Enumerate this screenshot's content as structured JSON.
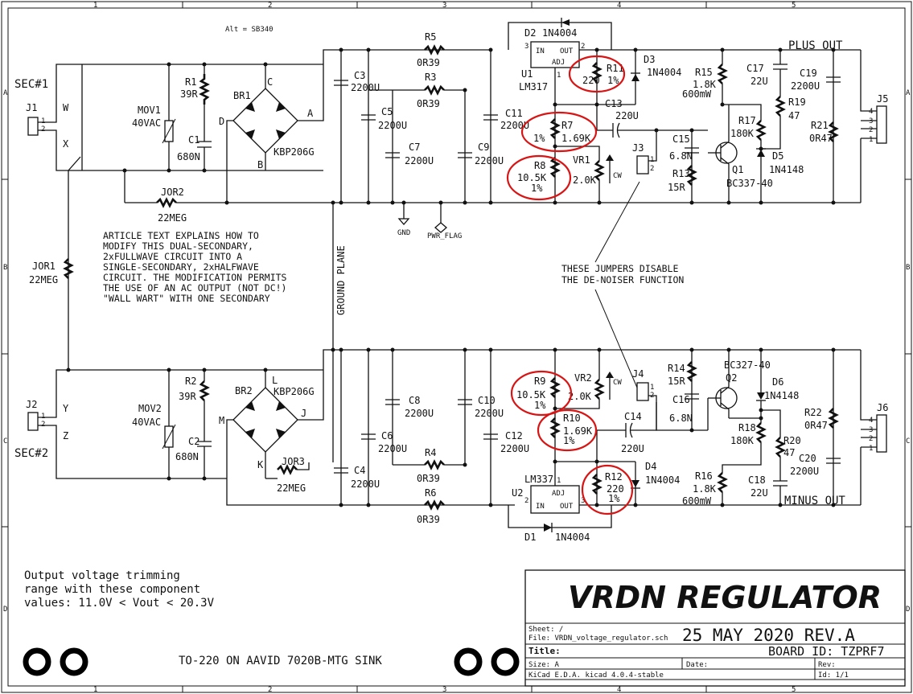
{
  "frame": {
    "cols": [
      "1",
      "2",
      "3",
      "4",
      "5"
    ],
    "rows": [
      "A",
      "B",
      "C",
      "D"
    ]
  },
  "header_note": "Alt = SB340",
  "connectors": {
    "j1": "J1",
    "j2": "J2",
    "j5": "J5",
    "j6": "J6",
    "sec1": "SEC#1",
    "sec2": "SEC#2",
    "w": "W",
    "x": "X",
    "y": "Y",
    "z": "Z",
    "plus_out": "PLUS OUT",
    "minus_out": "MINUS OUT"
  },
  "pins": {
    "p1": "1",
    "p2": "2",
    "p3": "3",
    "p4": "4"
  },
  "nets": {
    "a": "A",
    "b": "B",
    "c": "C",
    "d": "D",
    "j": "J",
    "k": "K",
    "l": "L",
    "m": "M",
    "gnd": "GND",
    "pwr_flag": "PWR_FLAG",
    "ground_plane": "GROUND PLANE"
  },
  "parts": {
    "mov1": [
      "MOV1",
      "40VAC"
    ],
    "mov2": [
      "MOV2",
      "40VAC"
    ],
    "r1": [
      "R1",
      "39R"
    ],
    "r2": [
      "R2",
      "39R"
    ],
    "c1": [
      "C1",
      "680N"
    ],
    "c2": [
      "C2",
      "680N"
    ],
    "br1": [
      "BR1",
      "KBP206G"
    ],
    "br2": [
      "BR2",
      "KBP206G"
    ],
    "jor1": [
      "JOR1",
      "22MEG"
    ],
    "jor2": [
      "JOR2",
      "22MEG"
    ],
    "jor3": [
      "JOR3",
      "22MEG"
    ],
    "c3": [
      "C3",
      "2200U"
    ],
    "c4": [
      "C4",
      "2200U"
    ],
    "c5": [
      "C5",
      "2200U"
    ],
    "c6": [
      "C6",
      "2200U"
    ],
    "c7": [
      "C7",
      "2200U"
    ],
    "c8": [
      "C8",
      "2200U"
    ],
    "c9": [
      "C9",
      "2200U"
    ],
    "c10": [
      "C10",
      "2200U"
    ],
    "c11": [
      "C11",
      "2200U"
    ],
    "c12": [
      "C12",
      "2200U"
    ],
    "r3": [
      "R3",
      "0R39"
    ],
    "r4": [
      "R4",
      "0R39"
    ],
    "r5": [
      "R5",
      "0R39"
    ],
    "r6": [
      "R6",
      "0R39"
    ],
    "d1": [
      "D1",
      "1N4004"
    ],
    "d2": [
      "D2",
      "1N4004"
    ],
    "d3": [
      "D3",
      "1N4004"
    ],
    "d4": [
      "D4",
      "1N4004"
    ],
    "u1": [
      "U1",
      "LM317"
    ],
    "u2": [
      "U2",
      "LM337"
    ],
    "reg_pins": {
      "in": "IN",
      "out": "OUT",
      "adj": "ADJ"
    },
    "r7": [
      "R7",
      "1%",
      "1.69K"
    ],
    "r8": [
      "R8",
      "10.5K",
      "1%"
    ],
    "r9": [
      "R9",
      "10.5K",
      "1%"
    ],
    "r10": [
      "R10",
      "1.69K",
      "1%"
    ],
    "r11": [
      "R11",
      "220",
      "1%"
    ],
    "r12": [
      "R12",
      "220",
      "1%"
    ],
    "vr1": [
      "VR1",
      "2.0K",
      "CW"
    ],
    "vr2": [
      "VR2",
      "2.0K",
      "CW"
    ],
    "c13": [
      "C13",
      "220U"
    ],
    "c14": [
      "C14",
      "220U"
    ],
    "j3": "J3",
    "j4": "J4",
    "c15": [
      "C15",
      "6.8N"
    ],
    "c16": [
      "C16",
      "6.8N"
    ],
    "r13": [
      "R13",
      "15R"
    ],
    "r14": [
      "R14",
      "15R"
    ],
    "r15": [
      "R15",
      "1.8K",
      "600mW"
    ],
    "r16": [
      "R16",
      "1.8K",
      "600mW"
    ],
    "c17": [
      "C17",
      "22U"
    ],
    "c18": [
      "C18",
      "22U"
    ],
    "r17": [
      "R17",
      "180K"
    ],
    "r18": [
      "R18",
      "180K"
    ],
    "r19": [
      "R19",
      "47"
    ],
    "r20": [
      "R20",
      "47"
    ],
    "q1": [
      "Q1",
      "BC337-40"
    ],
    "q2": [
      "Q2",
      "BC327-40"
    ],
    "d5": [
      "D5",
      "1N4148"
    ],
    "d6": [
      "D6",
      "1N4148"
    ],
    "c19": [
      "C19",
      "2200U"
    ],
    "c20": [
      "C20",
      "2200U"
    ],
    "r21": [
      "R21",
      "0R47"
    ],
    "r22": [
      "R22",
      "0R47"
    ]
  },
  "notes": {
    "article": [
      "ARTICLE TEXT EXPLAINS HOW TO",
      "MODIFY THIS DUAL-SECONDARY,",
      "2xFULLWAVE CIRCUIT INTO A",
      "SINGLE-SECONDARY, 2xHALFWAVE",
      "CIRCUIT.  THE MODIFICATION PERMITS",
      "THE USE OF AN AC OUTPUT (NOT DC!)",
      "\"WALL WART\" WITH ONE SECONDARY"
    ],
    "jumpers": [
      "THESE JUMPERS DISABLE",
      "THE DE-NOISER FUNCTION"
    ],
    "trim": [
      "Output voltage trimming",
      "range with these component",
      "values:  11.0V < Vout < 20.3V"
    ],
    "heatsink": "TO-220 ON AAVID 7020B-MTG SINK"
  },
  "title_block": {
    "title": "VRDN  REGULATOR",
    "sheet": "Sheet: /",
    "file": "File: VRDN_voltage_regulator.sch",
    "date_rev": "25 MAY 2020  REV.A",
    "title_label": "Title:",
    "board_id": "BOARD ID: TZPRF7",
    "size": "Size: A",
    "date_label": "Date:",
    "rev_label": "Rev:",
    "kicad": "KiCad E.D.A.  kicad 4.0.4-stable",
    "id": "Id: 1/1"
  },
  "highlight_color": "#d81414"
}
